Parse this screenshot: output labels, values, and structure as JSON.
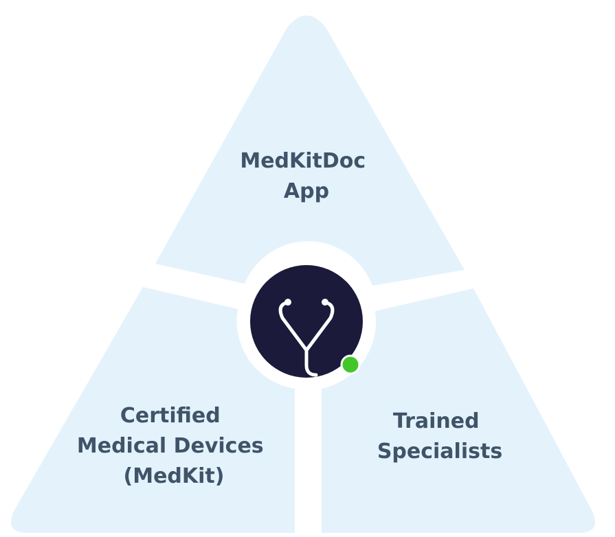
{
  "diagram": {
    "segments": {
      "top": {
        "lines": [
          "MedKitDoc",
          "App"
        ]
      },
      "left": {
        "lines": [
          "Certified",
          "Medical Devices",
          "(MedKit)"
        ]
      },
      "right": {
        "lines": [
          "Trained",
          "Specialists"
        ]
      }
    },
    "center": {
      "icon": "stethoscope-icon",
      "status_dot": "online-indicator"
    },
    "colors": {
      "segment_fill": "#e4f2fc",
      "text": "#3f5468",
      "logo_bg": "#1b1a3a",
      "logo_stroke": "#ffffff",
      "status_green": "#43c62a",
      "background": "#ffffff"
    }
  }
}
